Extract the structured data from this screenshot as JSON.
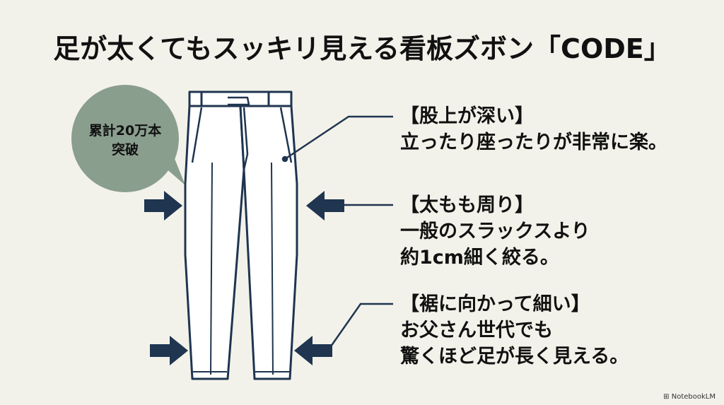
{
  "title": "足が太くてもスッキリ見える看板ズボン「CODE」",
  "badge": {
    "line1": "累計20万本",
    "line2": "突破"
  },
  "callouts": [
    {
      "heading": "【股上が深い】",
      "lines": [
        "立ったり座ったりが非常に楽。"
      ]
    },
    {
      "heading": "【太もも周り】",
      "lines": [
        "一般のスラックスより",
        "約1cm細く絞る。"
      ]
    },
    {
      "heading": "【裾に向かって細い】",
      "lines": [
        "お父さん世代でも",
        "驚くほど足が長く見える。"
      ]
    }
  ],
  "footer": "NotebookLM",
  "colors": {
    "background": "#f3f2ea",
    "badge": "#8a9e8e",
    "arrow": "#1f3550",
    "outline": "#1f3550",
    "text": "#111111"
  },
  "icons": [
    "arrow-right-icon",
    "arrow-left-icon",
    "notebooklm-logo-icon"
  ]
}
